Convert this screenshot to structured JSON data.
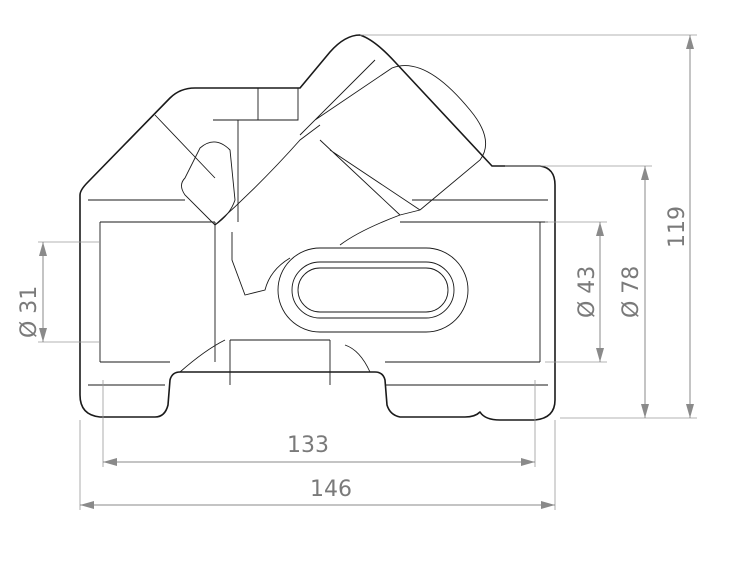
{
  "drawing": {
    "title": "Y-strainer body side view",
    "dimensions": {
      "bore_left": "Ø 31",
      "bore_inner": "Ø 43",
      "body_height": "Ø 78",
      "overall_height": "119",
      "inner_length": "133",
      "overall_length": "146"
    }
  }
}
